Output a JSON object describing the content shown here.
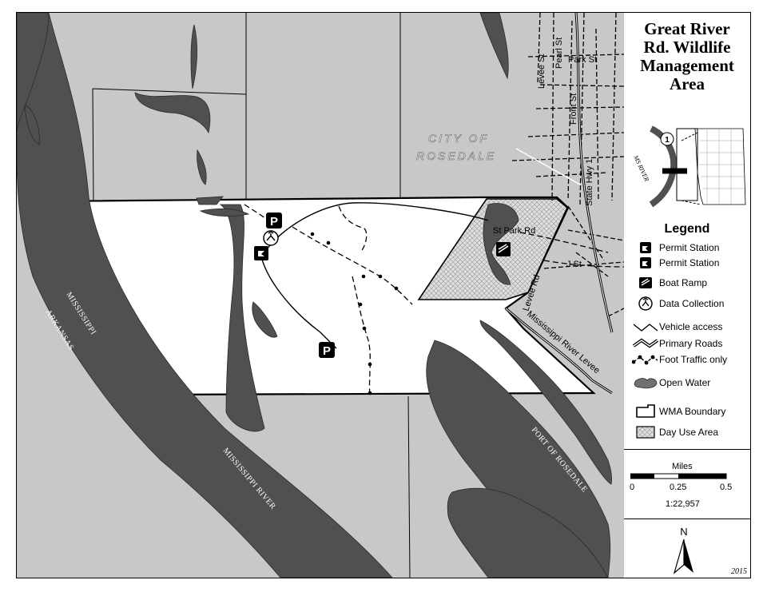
{
  "title": {
    "line1": "Great River",
    "line2": "Rd. Wildlife",
    "line3": "Management",
    "line4": "Area"
  },
  "inset": {
    "river_label": "MS RIVER",
    "marker_label": "1"
  },
  "map_labels": {
    "city": [
      "CITY OF",
      "ROSEDALE"
    ],
    "streets": {
      "levee_st": "Levee St",
      "pearl_st": "Pearl St",
      "park_st": "Park St",
      "front_st": "Front St",
      "state_hwy_1": "State Hwy 1",
      "st_park_rd": "St Park Rd",
      "j_st": "J St",
      "levee_rd": "Levee Rd",
      "river_levee": "Mississippi River Levee"
    },
    "water": {
      "mississippi_top": "MISSISSIPPI",
      "arkansas": "ARKANSAS",
      "mississippi_river": "MISSISSIPPI RIVER",
      "port_of_rosedale": "PORT OF ROSEDALE"
    },
    "parking_symbol": "P"
  },
  "legend": {
    "heading": "Legend",
    "items": [
      {
        "label": "Permit Station",
        "icon": "permit-station-icon"
      },
      {
        "label": "Permit Station",
        "icon": "permit-station-icon"
      },
      {
        "label": "Boat Ramp",
        "icon": "boat-ramp-icon"
      },
      {
        "label": "Data Collection",
        "icon": "deer-icon"
      },
      {
        "label": "Vehicle access",
        "icon": "vehicle-access-line"
      },
      {
        "label": "Primary Roads",
        "icon": "primary-roads-line"
      },
      {
        "label": "Foot Traffic only",
        "icon": "foot-traffic-line"
      },
      {
        "label": "Open Water",
        "icon": "open-water-swatch"
      },
      {
        "label": "WMA Boundary",
        "icon": "wma-boundary-swatch"
      },
      {
        "label": "Day Use Area",
        "icon": "day-use-swatch"
      }
    ]
  },
  "scale": {
    "title": "Miles",
    "ticks": [
      "0",
      "0.25",
      "0.5"
    ],
    "ratio": "1:22,957"
  },
  "north": {
    "label": "N"
  },
  "year": "2015",
  "colors": {
    "land": "#c8c8c8",
    "water": "#505050",
    "wma": "#ffffff",
    "day_use": "#dcdcdc"
  }
}
